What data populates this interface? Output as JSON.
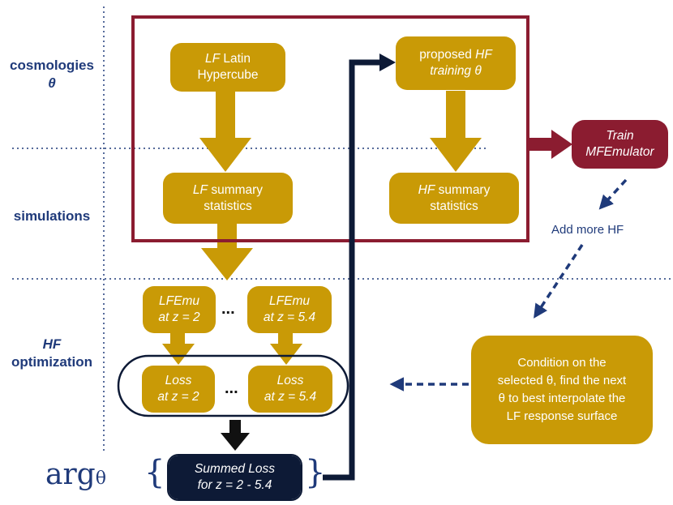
{
  "colors": {
    "gold": "#c99a06",
    "crimson": "#8b1c30",
    "navy": "#0d1a36",
    "label_blue": "#1f3a7a"
  },
  "rows": {
    "cosmologies": {
      "line1": "cosmologies",
      "line2": "θ"
    },
    "simulations": {
      "label": "simulations"
    },
    "hf_optimization": {
      "line1": "HF",
      "line2": "optimization"
    }
  },
  "nodes": {
    "lf_latin": {
      "em": "LF",
      "text1": " Latin",
      "text2": "Hypercube"
    },
    "proposed_hf": {
      "text1": "proposed ",
      "em1": "HF",
      "em2": "training θ"
    },
    "lf_summary": {
      "em": "LF",
      "text1": " summary",
      "text2": "statistics"
    },
    "hf_summary": {
      "em": "HF",
      "text1": " summary",
      "text2": "statistics"
    },
    "train": {
      "line1": "Train",
      "line2": "MFEmulator"
    },
    "lfemu_a": {
      "line1": "LFEmu",
      "line2": "at z = 2"
    },
    "lfemu_b": {
      "line1": "LFEmu",
      "line2": "at z = 5.4"
    },
    "loss_a": {
      "line1": "Loss",
      "line2": "at z = 2"
    },
    "loss_b": {
      "line1": "Loss",
      "line2": "at z = 5.4"
    },
    "summed": {
      "line1": "Summed Loss",
      "line2": "for z = 2 - 5.4"
    },
    "condition": {
      "line1": "Condition on the",
      "line2": "selected θ, find the next",
      "line3": "θ to best interpolate the",
      "line4": "LF response surface"
    }
  },
  "ellipsis": "...",
  "add_more": "Add more HF",
  "arg": {
    "main": "arg",
    "sub": "θ",
    "open": "{",
    "close": "}"
  }
}
